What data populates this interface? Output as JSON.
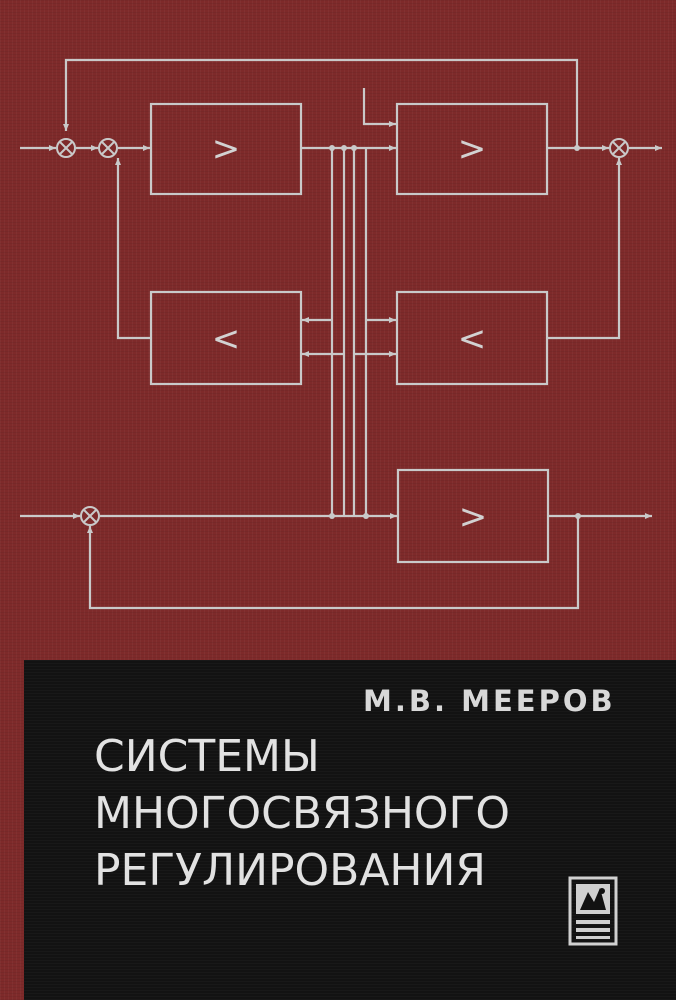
{
  "book": {
    "author": "М.В. МЕЕРОВ",
    "title_lines": [
      "СИСТЕМЫ",
      "МНОГОСВЯЗНОГО",
      "РЕГУЛИРОВАНИЯ"
    ]
  },
  "diagram": {
    "block_labels": [
      ">",
      ">",
      "<",
      "<",
      ">"
    ]
  },
  "colors": {
    "cover": "#7e2a2a",
    "panel": "#121212",
    "lines": "#c9c9c9",
    "text": "#e2e2e2"
  },
  "icons": [
    "summing-junction-icon",
    "publisher-logo-icon"
  ]
}
